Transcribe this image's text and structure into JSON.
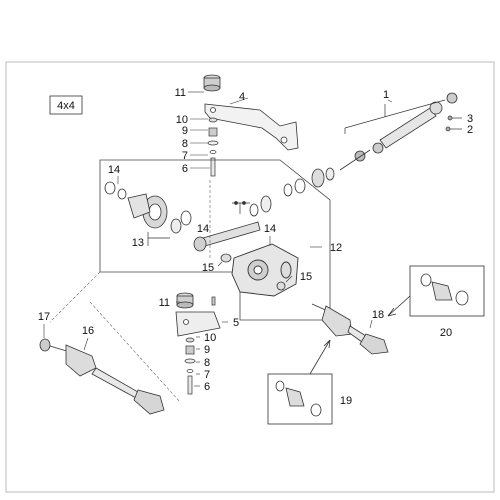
{
  "variant_tag": "4x4",
  "callouts": {
    "c1": "1",
    "c2": "2",
    "c3": "3",
    "c4": "4",
    "c5": "5",
    "c6a": "6",
    "c6b": "6",
    "c7a": "7",
    "c7b": "7",
    "c8a": "8",
    "c8b": "8",
    "c9a": "9",
    "c9b": "9",
    "c10a": "10",
    "c10b": "10",
    "c11a": "11",
    "c11b": "11",
    "c12": "12",
    "c13": "13",
    "c14a": "14",
    "c14b": "14",
    "c14c": "14",
    "c15a": "15",
    "c15b": "15",
    "c16": "16",
    "c17": "17",
    "c18": "18",
    "c19": "19",
    "c20": "20"
  }
}
